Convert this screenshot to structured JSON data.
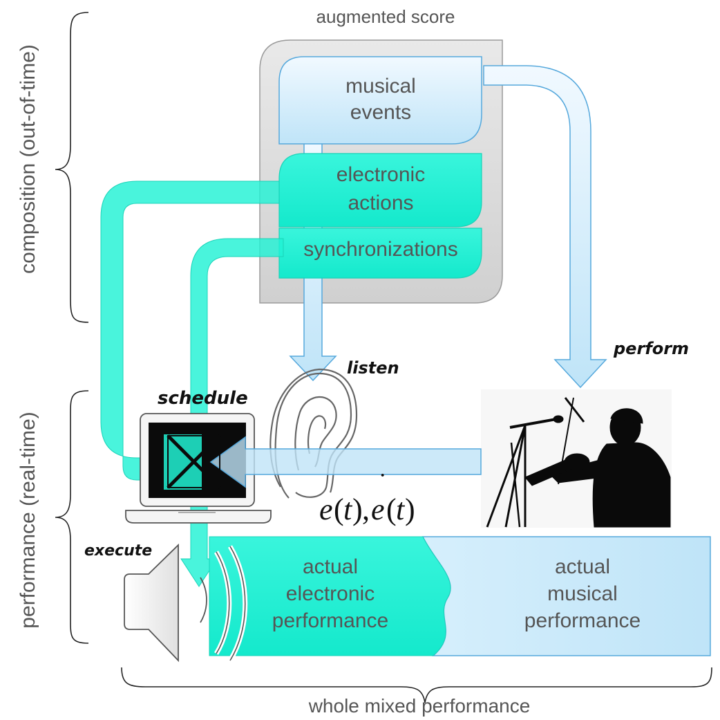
{
  "score": {
    "title": "augmented score",
    "musical_events": [
      "musical",
      "events"
    ],
    "electronic_actions": [
      "electronic",
      "actions"
    ],
    "synchronizations": "synchronizations"
  },
  "braces": {
    "composition": "composition (out-of-time)",
    "performance": "performance (real-time)",
    "whole": "whole mixed performance"
  },
  "verbs": {
    "listen": "listen",
    "perform": "perform",
    "schedule": "schedule",
    "execute": "execute"
  },
  "formula": {
    "e": "e",
    "open": "(",
    "t": "t",
    "close": ")",
    "comma": ",",
    "dot": "·"
  },
  "outputs": {
    "electronic": [
      "actual",
      "electronic",
      "performance"
    ],
    "musical": [
      "actual",
      "musical",
      "performance"
    ]
  },
  "colors": {
    "teal": "#21f2d4",
    "light_blue": "#c7e9fb",
    "score_bg": "#d9d9d9"
  },
  "icons": [
    "ear-icon",
    "laptop-icon",
    "speaker-icon",
    "violinist-icon",
    "microphone-icon"
  ]
}
